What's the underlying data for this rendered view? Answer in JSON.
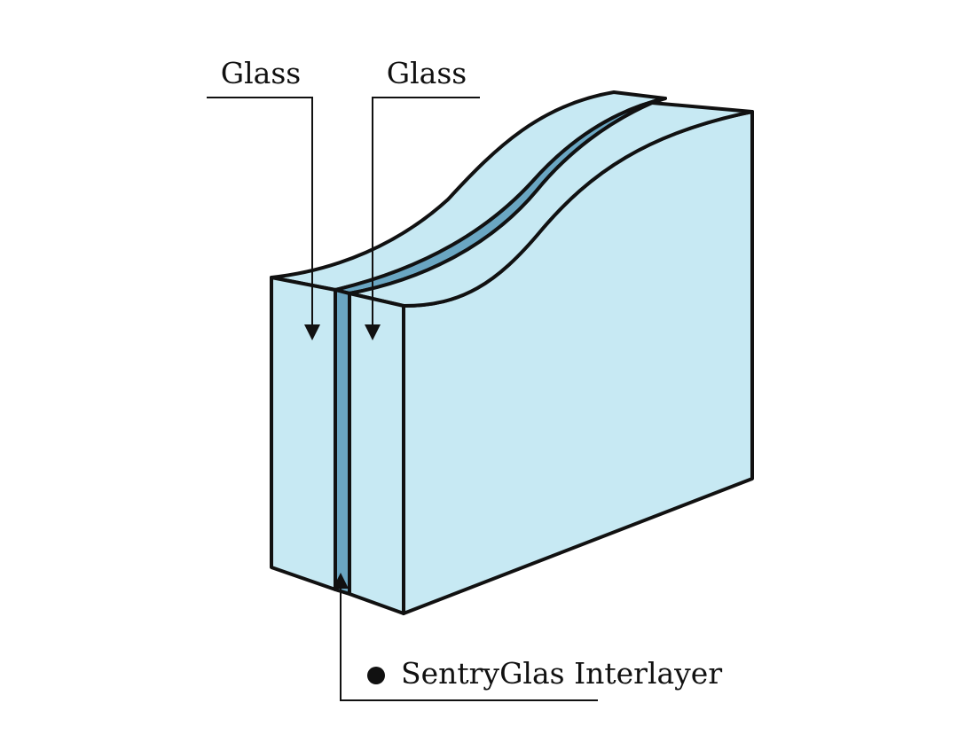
{
  "labels": {
    "glass_left": "Glass",
    "glass_right": "Glass",
    "interlayer": "SentryGlas Interlayer"
  },
  "colors": {
    "glass": "#c7e9f3",
    "interlayer": "#6aa6c2",
    "outline": "#111111",
    "background": "#ffffff"
  },
  "legend_marker": "filled-circle"
}
